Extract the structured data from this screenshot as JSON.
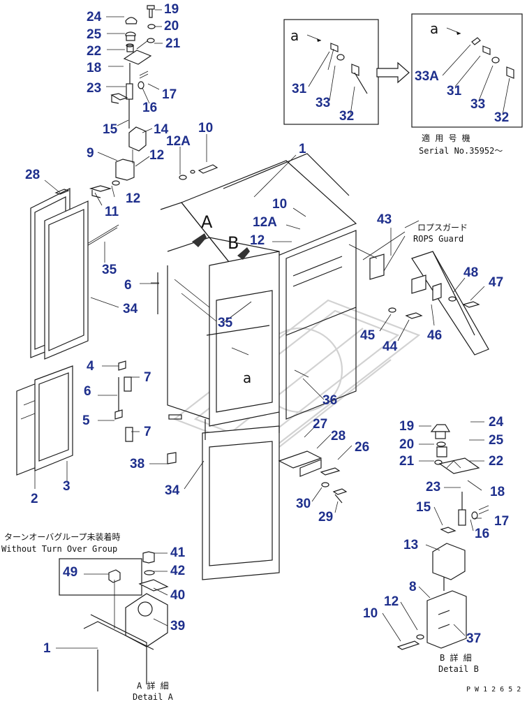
{
  "callouts": {
    "c24a": "24",
    "c19a": "19",
    "c25a": "25",
    "c20a": "20",
    "c22a": "22",
    "c21a": "21",
    "c18a": "18",
    "c23a": "23",
    "c17a": "17",
    "c16a": "16",
    "c15a": "15",
    "c14a": "14",
    "c9": "9",
    "c12Aa": "12A",
    "c10a": "10",
    "c12a": "12",
    "c12b": "12",
    "c11": "11",
    "c28a": "28",
    "c35a": "35",
    "c6a": "6",
    "c34a": "34",
    "c1a": "1",
    "c10b": "10",
    "c12Ab": "12A",
    "c12c": "12",
    "c43": "43",
    "c48": "48",
    "c47": "47",
    "c45": "45",
    "c44": "44",
    "c46": "46",
    "c35b": "35",
    "c4": "4",
    "c7a": "7",
    "c6b": "6",
    "c5": "5",
    "c7b": "7",
    "c36": "36",
    "c38": "38",
    "c2": "2",
    "c3": "3",
    "c34b": "34",
    "c27": "27",
    "c28b": "28",
    "c26": "26",
    "c30": "30",
    "c29": "29",
    "c31a": "31",
    "c33a": "33",
    "c32a": "32",
    "c33A": "33A",
    "c31b": "31",
    "c33b": "33",
    "c32b": "32",
    "c19b": "19",
    "c24b": "24",
    "c20b": "20",
    "c25b": "25",
    "c21b": "21",
    "c22b": "22",
    "c18b": "18",
    "c23b": "23",
    "c15b": "15",
    "c16b": "16",
    "c17b": "17",
    "c13": "13",
    "c8": "8",
    "c12d": "12",
    "c10c": "10",
    "c37": "37",
    "c41": "41",
    "c42": "42",
    "c40": "40",
    "c39": "39",
    "c49": "49",
    "c1b": "1"
  },
  "view_letters": {
    "a_box1": "a",
    "a_box2": "a",
    "a_cab": "a",
    "A": "A",
    "B": "B"
  },
  "notes": {
    "applicable_jp": "適 用 号 機",
    "serial": "Serial No.35952～",
    "rops_jp": "ロプスガード",
    "rops_en": "ROPS Guard",
    "turnover_jp": "ターンオーバグループ未装着時",
    "turnover_en": "Without Turn Over Group",
    "detailB_jp": "B 詳 細",
    "detailB_en": "Detail B",
    "detailA_jp": "A 詳 細",
    "detailA_en": "Detail A",
    "drawing_no": "P W 1 2 6 5 2"
  }
}
